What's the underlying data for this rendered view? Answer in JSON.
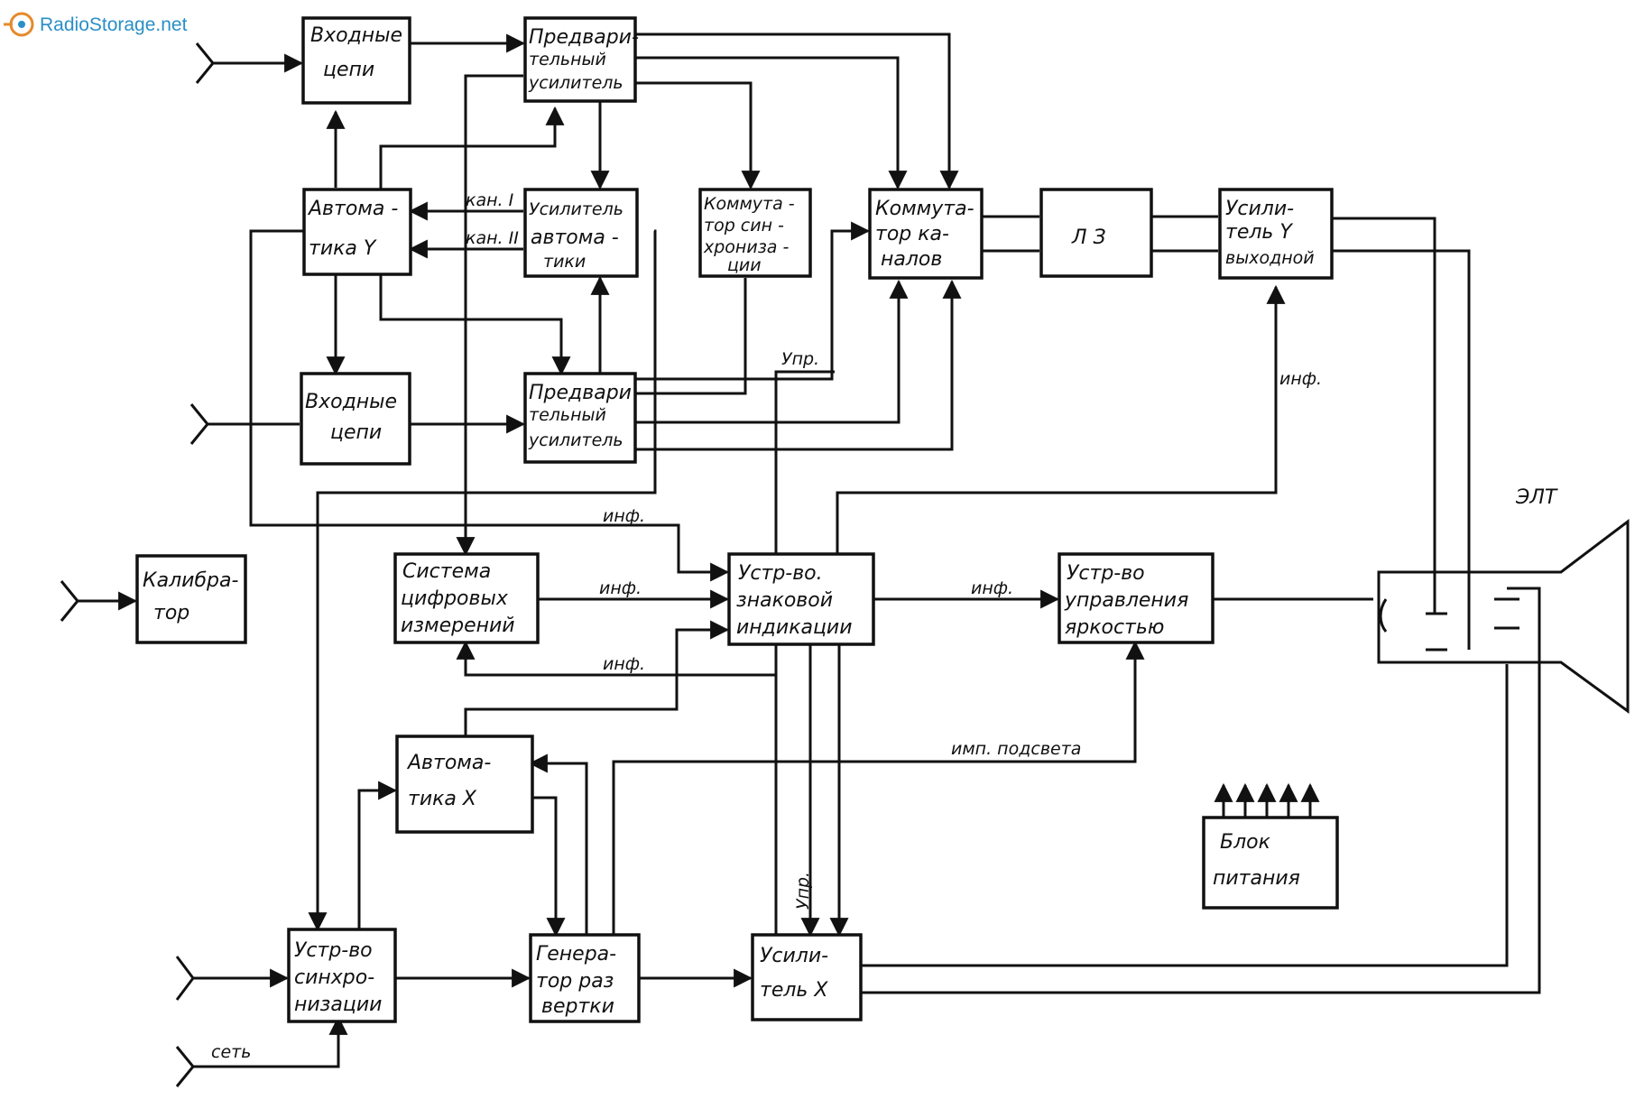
{
  "watermark": "RadioStorage.net",
  "blocks": {
    "input_top": [
      "Входные",
      "цепи"
    ],
    "preamp_top": [
      "Предвари-",
      "тельный",
      "усилитель"
    ],
    "auto_y": [
      "Автома -",
      "тика Y"
    ],
    "amp_auto": [
      "Усилитель",
      "автома -",
      "тики"
    ],
    "sync_switch": [
      "Коммута -",
      "тор син -",
      "хрониза -",
      "ции"
    ],
    "ch_switch": [
      "Коммута-",
      "тор ка-",
      "налов"
    ],
    "delay_line": [
      "Л З"
    ],
    "amp_y_out": [
      "Усили-",
      "тель Y",
      "выходной"
    ],
    "input_mid": [
      "Входные",
      "цепи"
    ],
    "preamp_mid": [
      "Предвари",
      "тельный",
      "усилитель"
    ],
    "calibrator": [
      "Калибра-",
      "тор"
    ],
    "digital_meas": [
      "Система",
      "цифровых",
      "измерений"
    ],
    "sign_display": [
      "Устр-во.",
      "знаковой",
      "индикации"
    ],
    "brightness": [
      "Устр-во",
      "управления",
      "яркостью"
    ],
    "auto_x": [
      "Автома-",
      "тика X"
    ],
    "power": [
      "Блок",
      "питания"
    ],
    "sync_dev": [
      "Устр-во",
      "синхро-",
      "низации"
    ],
    "sweep_gen": [
      "Генера-",
      "тор раз",
      "вертки"
    ],
    "amp_x": [
      "Усили-",
      "тель X"
    ]
  },
  "labels": {
    "kan1": "кан. I",
    "kan2": "кан. II",
    "upr_top": "Упр.",
    "inf_y": "инф.",
    "inf_left": "инф.",
    "inf_digital": "инф.",
    "inf_bright": "инф.",
    "inf_bottom": "инф.",
    "backlight": "имп. подсвета",
    "upr_bottom": "Упр.",
    "crt": "ЭЛТ",
    "mains": "сеть"
  }
}
